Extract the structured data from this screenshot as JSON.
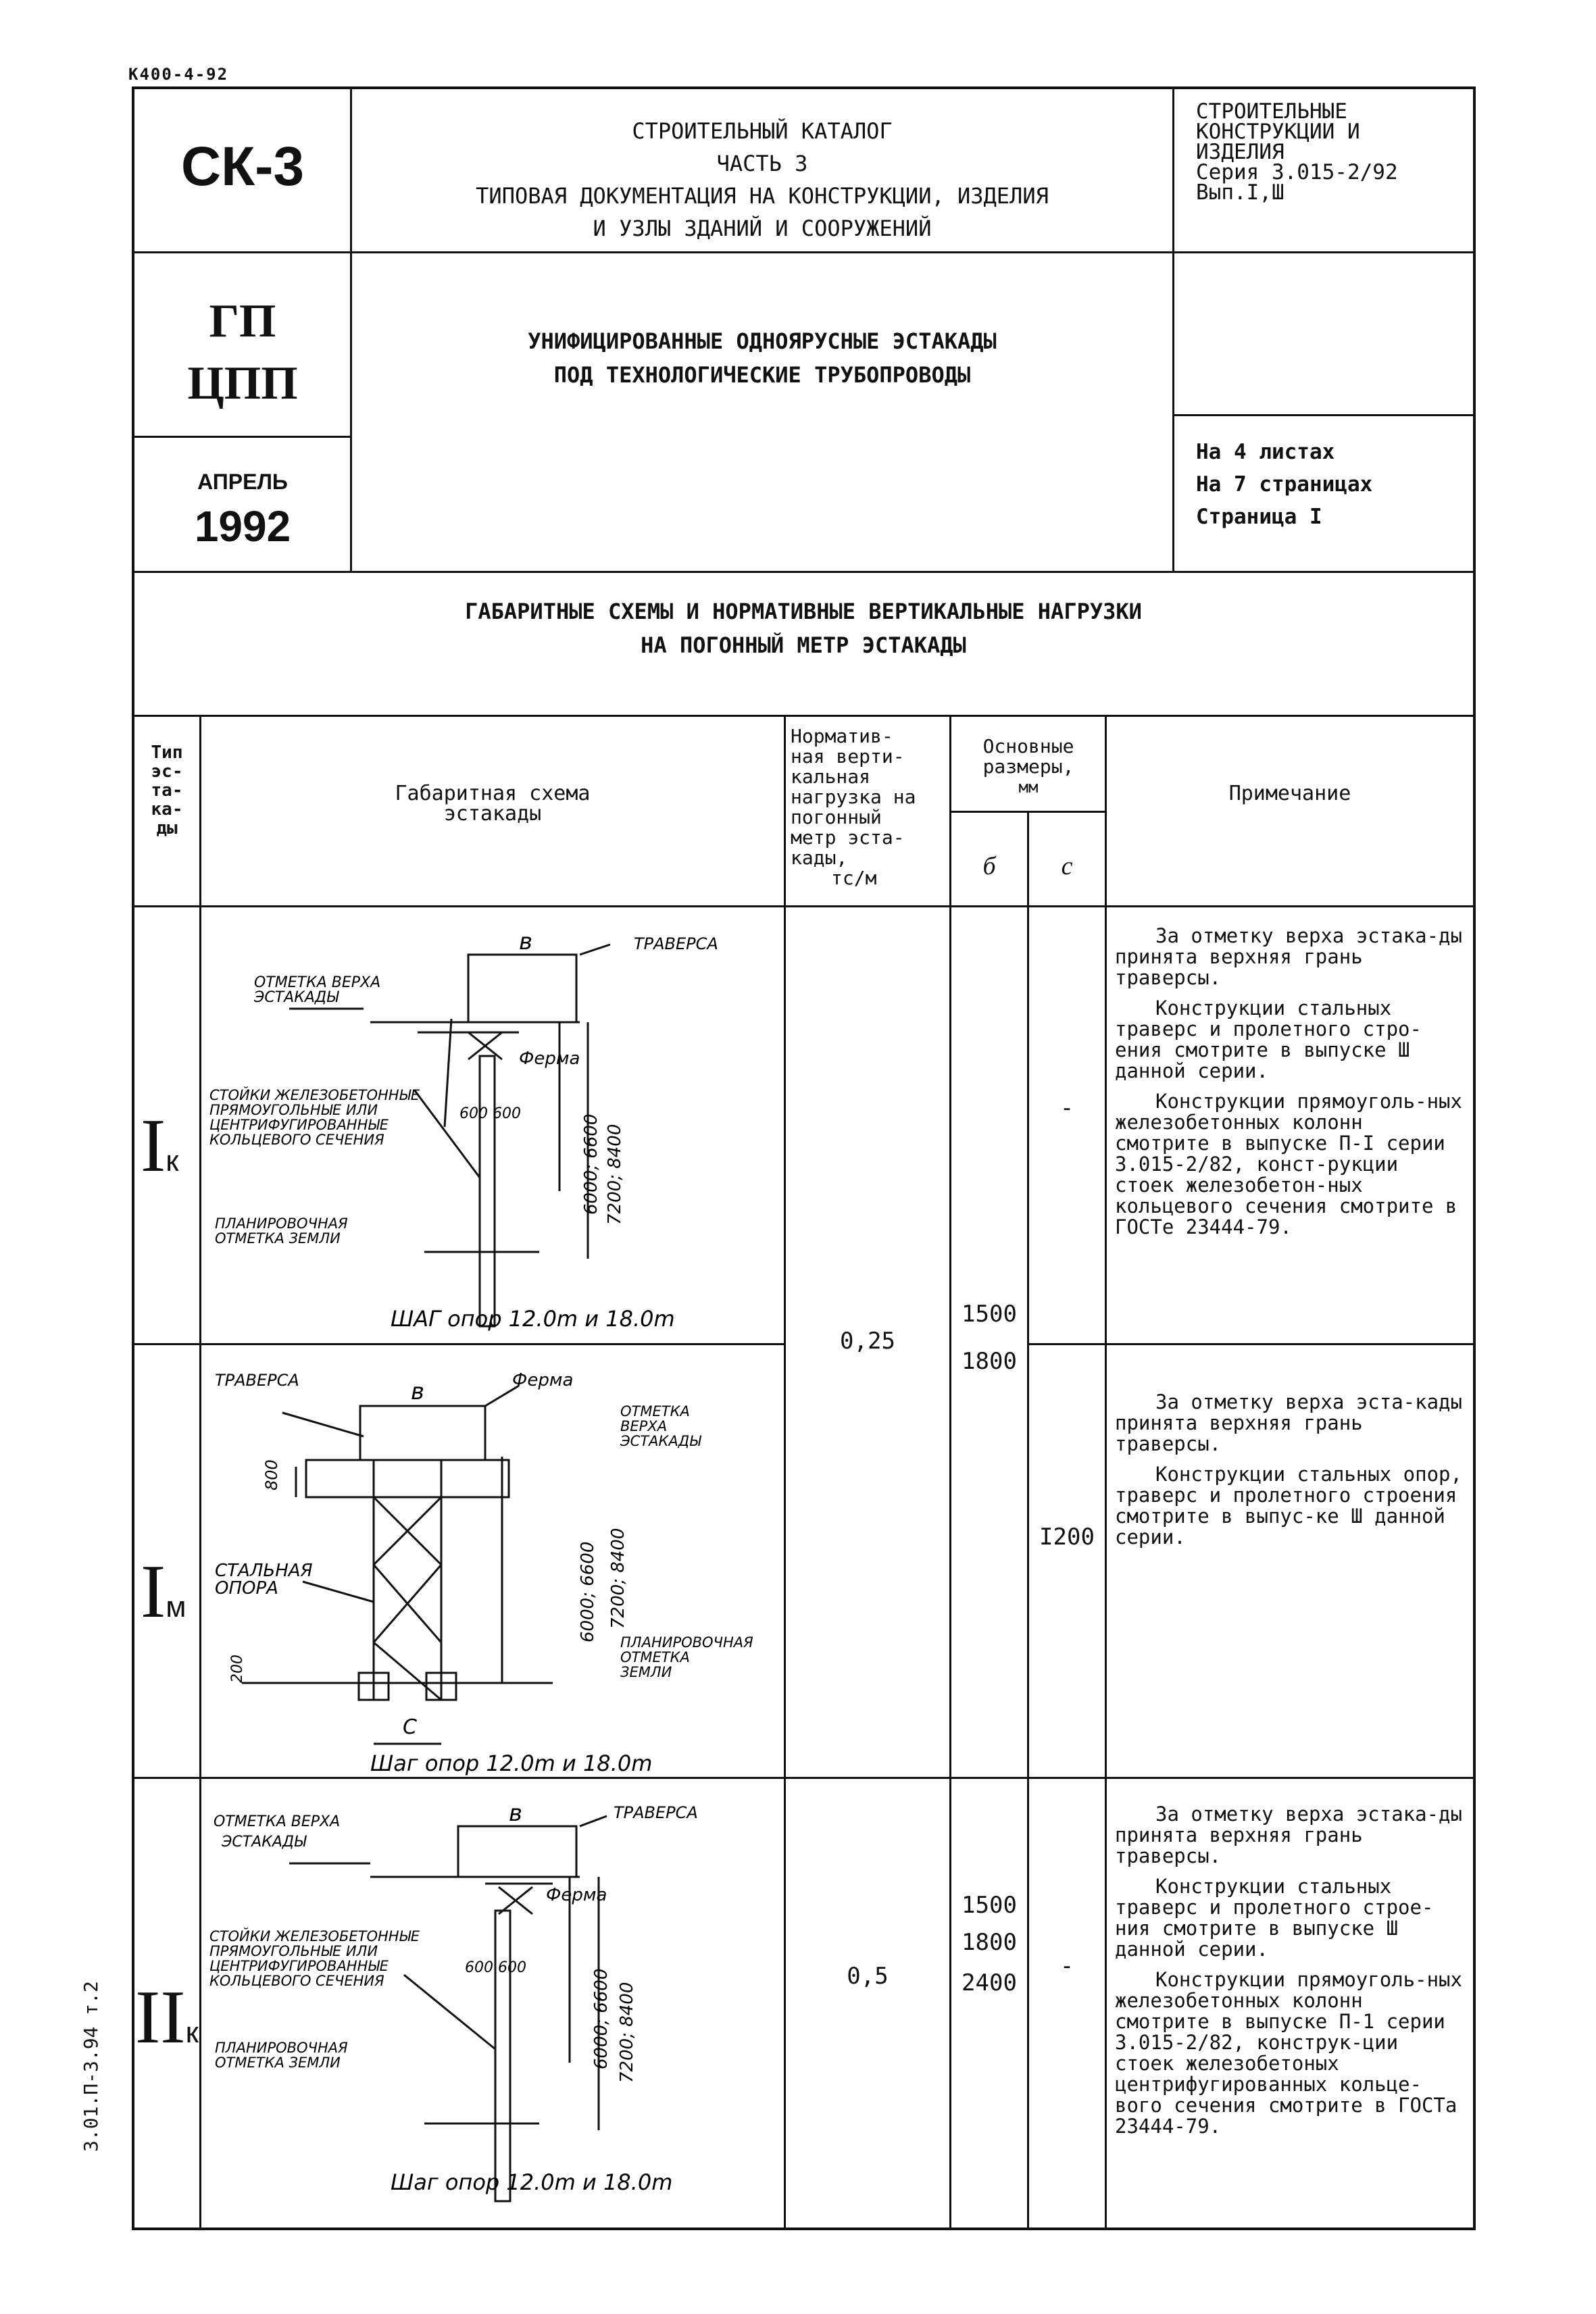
{
  "document_code": "К400-4-92",
  "catalog": {
    "code": "СК-3",
    "title_lines": [
      "СТРОИТЕЛЬНЫЙ КАТАЛОГ",
      "ЧАСТЬ 3",
      "ТИПОВАЯ ДОКУМЕНТАЦИЯ НА КОНСТРУКЦИИ, ИЗДЕЛИЯ",
      "И УЗЛЫ ЗДАНИЙ И СООРУЖЕНИЙ"
    ],
    "series_lines": [
      "СТРОИТЕЛЬНЫЕ",
      "КОНСТРУКЦИИ И",
      "ИЗДЕЛИЯ",
      "Серия 3.015-2/92",
      "Вып.I,Ш"
    ]
  },
  "org": {
    "line1": "ГП",
    "line2": "ЦПП"
  },
  "subject_lines": [
    "УНИФИЦИРОВАННЫЕ ОДНОЯРУСНЫЕ ЭСТАКАДЫ",
    "ПОД ТЕХНОЛОГИЧЕСКИЕ ТРУБОПРОВОДЫ"
  ],
  "date": {
    "month": "АПРЕЛЬ",
    "year": "1992"
  },
  "sheets": {
    "line1": "На 4 листах",
    "line2": "На 7 страницах",
    "line3": "Страница I"
  },
  "section_title_lines": [
    "ГАБАРИТНЫЕ СХЕМЫ И НОРМАТИВНЫЕ ВЕРТИКАЛЬНЫЕ НАГРУЗКИ",
    "НА ПОГОННЫЙ  МЕТР ЭСТАКАДЫ"
  ],
  "table": {
    "headers": {
      "type": [
        "Тип",
        "эс-",
        "та-",
        "ка-",
        "ды"
      ],
      "scheme": [
        "Габаритная схема",
        "эстакады"
      ],
      "load": [
        "Норматив-",
        "ная верти-",
        "кальная",
        "нагрузка на",
        "погонный",
        "метр эста-",
        "кады,",
        "тс/м"
      ],
      "dims": [
        "Основные",
        "размеры,",
        "мм"
      ],
      "b": "б",
      "c": "с",
      "note": "Примечание"
    },
    "rows": [
      {
        "type": "I",
        "type_sub": "к",
        "b": [
          "1500",
          "1800"
        ],
        "c": "-",
        "notes": [
          "За отметку верха эстака-ды принята верхняя грань траверсы.",
          "Конструкции стальных траверс и пролетного стро-ения смотрите в выпуске Ш данной серии.",
          "Конструкции прямоуголь-ных железобетонных колонн смотрите в выпуске П-I серии 3.015-2/82, конст-рукции стоек железобетон-ных кольцевого сечения смотрите в ГОСТе 23444-79."
        ],
        "scheme": {
          "b": "в",
          "traverse": "ТРАВЕРСА",
          "truss": "Ферма",
          "top_mark": [
            "ОТМЕТКА ВЕРХА",
            "ЭСТАКАДЫ"
          ],
          "columns": [
            "СТОЙКИ ЖЕЛЕЗОБЕТОННЫЕ",
            "ПРЯМОУГОЛЬНЫЕ ИЛИ",
            "ЦЕНТРИФУГИРОВАННЫЕ",
            "КОЛЬЦЕВОГО СЕЧЕНИЯ"
          ],
          "ground": [
            "ПЛАНИРОВОЧНАЯ",
            "ОТМЕТКА ЗЕМЛИ"
          ],
          "dim_small": "600 600",
          "dim_h1": "6000; 6600",
          "dim_h2": "7200; 8400",
          "step": "ШАГ опор 12.0m и 18.0m"
        }
      },
      {
        "type": "I",
        "type_sub": "м",
        "c": "I200",
        "notes": [
          "За отметку верха эста-кады принята верхняя грань траверсы.",
          "Конструкции стальных опор, траверс и пролетного строения смотрите в выпус-ке Ш данной серии."
        ],
        "scheme": {
          "b": "в",
          "traverse": "ТРАВЕРСА",
          "truss": "Ферма",
          "top_mark": [
            "ОТМЕТКА",
            "ВЕРХА",
            "ЭСТАКАДЫ"
          ],
          "support": [
            "СТАЛЬНАЯ",
            "ОПОРА"
          ],
          "ground": [
            "ПЛАНИРОВОЧНАЯ",
            "ОТМЕТКА",
            "ЗЕМЛИ"
          ],
          "dim_800": "800",
          "dim_200": "200",
          "dim_c": "С",
          "dim_h1": "6000; 6600",
          "dim_h2": "7200; 8400",
          "step": "Шаг опор 12.0m и 18.0m"
        }
      },
      {
        "type": "II",
        "type_sub": "к",
        "load": "0,5",
        "b": [
          "1500",
          "1800",
          "2400"
        ],
        "c": "-",
        "notes": [
          "За отметку верха эстака-ды принята верхняя грань траверсы.",
          "Конструкции стальных траверс и пролетного строе-ния смотрите в выпуске Ш данной серии.",
          "Конструкции прямоуголь-ных железобетонных колонн смотрите в выпуске П-1 серии 3.015-2/82, конструк-ции стоек железобетоных центрифугированных кольце-вого сечения смотрите в ГОСТа 23444-79."
        ],
        "scheme": {
          "b": "в",
          "traverse": "ТРАВЕРСА",
          "truss": "Ферма",
          "top_mark": [
            "ОТМЕТКА ВЕРХА",
            "ЭСТАКАДЫ"
          ],
          "columns": [
            "СТОЙКИ ЖЕЛЕЗОБЕТОННЫЕ",
            "ПРЯМОУГОЛЬНЫЕ ИЛИ",
            "ЦЕНТРИФУГИРОВАННЫЕ",
            "КОЛЬЦЕВОГО СЕЧЕНИЯ"
          ],
          "ground": [
            "ПЛАНИРОВОЧНАЯ",
            "ОТМЕТКА ЗЕМЛИ"
          ],
          "dim_small": "600 600",
          "dim_h1": "6000; 6600",
          "dim_h2": "7200; 8400",
          "step": "Шаг опор 12.0m и 18.0m"
        }
      }
    ],
    "load_rows_1_2": "0,25"
  },
  "side_code": "3.01.П-3.94 т.2"
}
